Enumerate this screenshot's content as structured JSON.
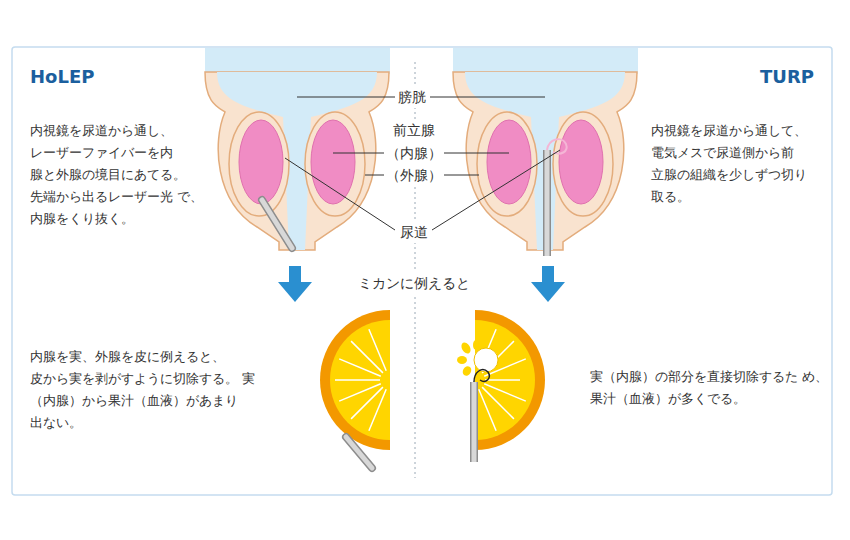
{
  "diagram": {
    "labels": [
      "HoLEP",
      "膀胱",
      "TURP",
      "内視鏡を尿道から通し、 レーザーファイバーを内 腺と外腺の境目にあてる。 先端から出るレーザー光 で、内腺をくり抜く。",
      "前立腺",
      "（内腺）",
      "（外腺）",
      "内視鏡を尿道から通して、 電気メスで尿道側から前 立腺の組織を少しずつ切り 取る。",
      "尿道",
      "ミカンに例えると",
      "内腺を実、外腺を皮に例えると、 皮から実を剥がすように切除する。 実（内腺）から果汁（血液）があまり 出ない。",
      "実（内腺）の部分を直接切除するた め、果汁（血液）が多くでる。"
    ]
  }
}
